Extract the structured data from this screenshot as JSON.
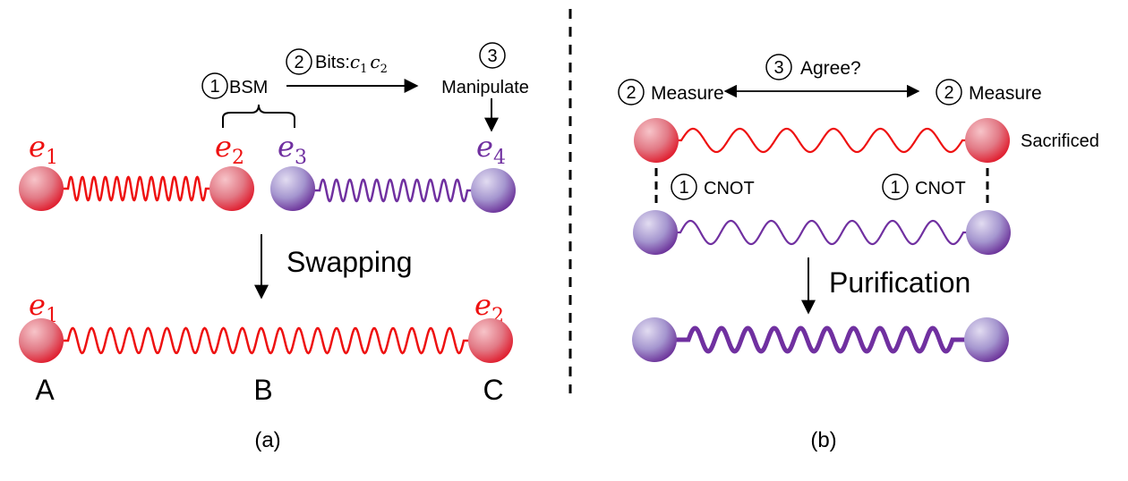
{
  "colors": {
    "red": "#ee1111",
    "purple": "#7030a0",
    "black": "#000000"
  },
  "panel_a": {
    "step1_num": "1",
    "step1_label": "BSM",
    "step2_num": "2",
    "step2_label": "Bits:",
    "step2_c1": "c",
    "step2_c1_sub": "1",
    "step2_c2": "c",
    "step2_c2_sub": "2",
    "step3_num": "3",
    "step3_label": "Manipulate",
    "e1_top": {
      "base": "e",
      "sub": "1"
    },
    "e2_top": {
      "base": "e",
      "sub": "2"
    },
    "e3_top": {
      "base": "e",
      "sub": "3"
    },
    "e4_top": {
      "base": "e",
      "sub": "4"
    },
    "process_label": "Swapping",
    "e1_bottom": {
      "base": "e",
      "sub": "1"
    },
    "e2_bottom": {
      "base": "e",
      "sub": "2"
    },
    "node_a": "A",
    "node_b": "B",
    "node_c": "C",
    "caption": "(a)"
  },
  "panel_b": {
    "measure_num_left": "2",
    "measure_label_left": "Measure",
    "agree_num": "3",
    "agree_label": "Agree?",
    "measure_num_right": "2",
    "measure_label_right": "Measure",
    "sacrificed_label": "Sacrificed",
    "cnot_num_left": "1",
    "cnot_label_left": "CNOT",
    "cnot_num_right": "1",
    "cnot_label_right": "CNOT",
    "process_label": "Purification",
    "caption": "(b)"
  }
}
